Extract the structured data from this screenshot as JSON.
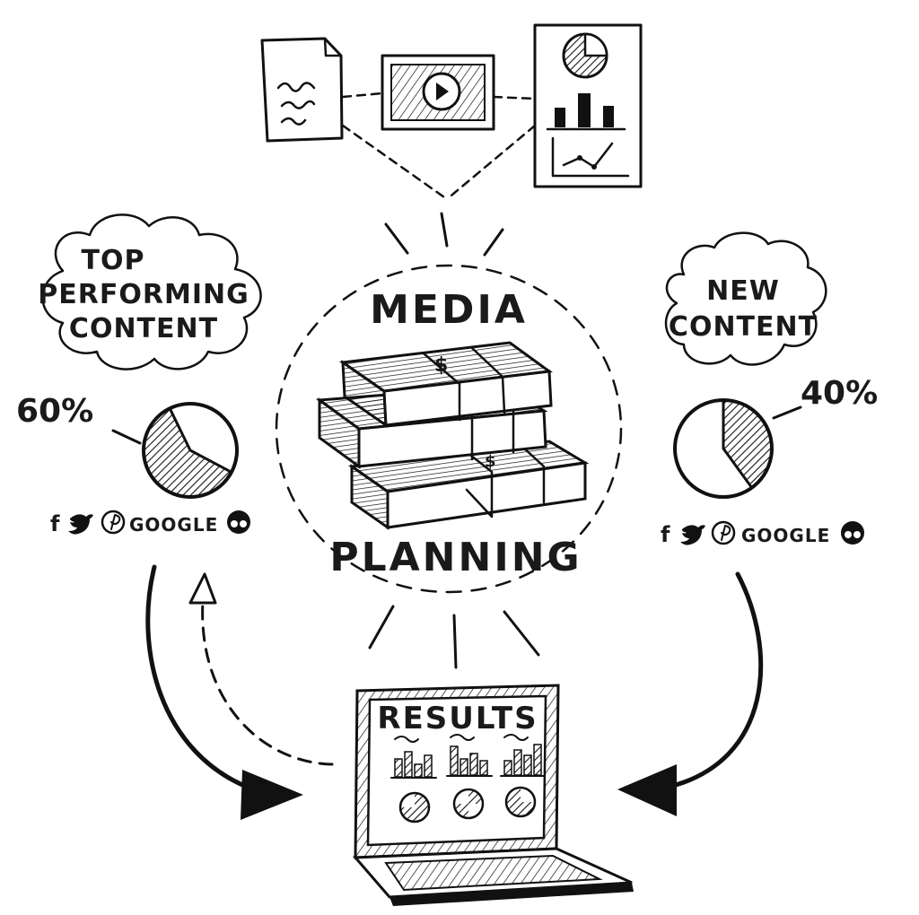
{
  "center": {
    "title_top": "MEDIA",
    "title_bottom": "PLANNING"
  },
  "left": {
    "cloud_lines": [
      "TOP",
      "PERFORMING",
      "CONTENT"
    ],
    "percent": "60%",
    "share": 0.6,
    "social": {
      "facebook": "f",
      "google": "GOOGLE",
      "icons": [
        "facebook-icon",
        "twitter-icon",
        "pinterest-icon",
        "glasses-face-icon"
      ]
    }
  },
  "right": {
    "cloud_lines": [
      "NEW",
      "CONTENT"
    ],
    "percent": "40%",
    "share": 0.4,
    "social": {
      "facebook": "f",
      "google": "GOOGLE",
      "icons": [
        "facebook-icon",
        "twitter-icon",
        "pinterest-icon",
        "glasses-face-icon"
      ]
    }
  },
  "laptop": {
    "screen_title": "RESULTS"
  },
  "top_media": [
    "document-icon",
    "video-icon",
    "report-icon"
  ],
  "colors": {
    "ink": "#111111",
    "paper": "#ffffff"
  }
}
